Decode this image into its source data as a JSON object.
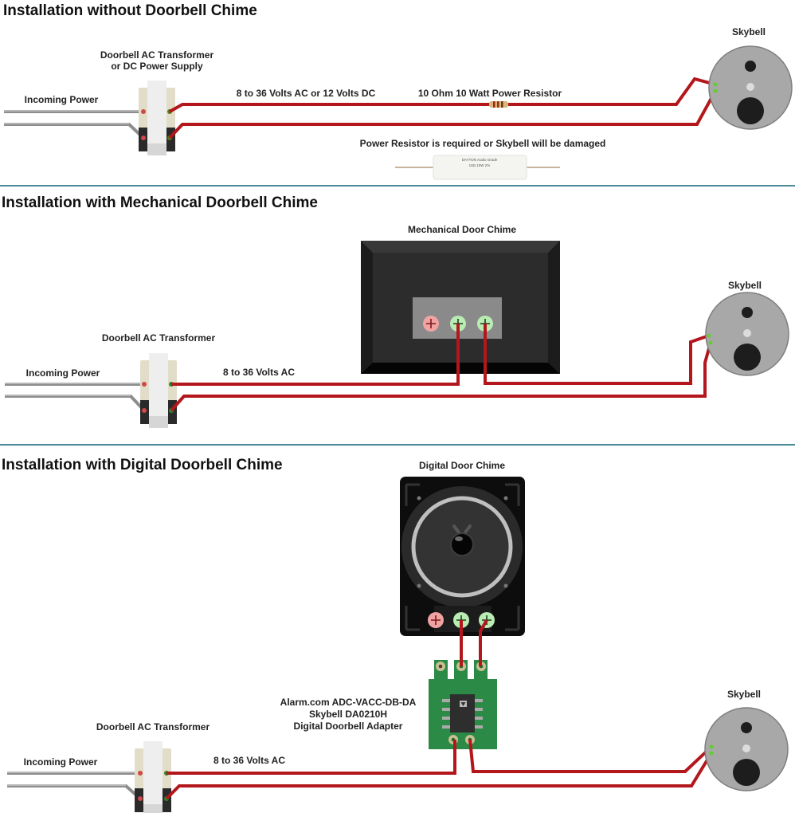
{
  "sections": [
    {
      "title": "Installation without Doorbell Chime",
      "transformer_label": [
        "Doorbell AC Transformer",
        "or DC Power Supply"
      ],
      "incoming_power_label": "Incoming Power",
      "voltage_label": "8 to 36 Volts AC or 12 Volts DC",
      "resistor_label": "10 Ohm 10 Watt Power Resistor",
      "warning_label": "Power Resistor is required or Skybell will be damaged",
      "resistor_print": [
        "DAYTON Audio Grade",
        "10Ω  10W  2%"
      ],
      "skybell_label": "Skybell"
    },
    {
      "title": "Installation with Mechanical Doorbell Chime",
      "transformer_label": [
        "Doorbell AC Transformer"
      ],
      "incoming_power_label": "Incoming Power",
      "voltage_label": "8 to 36 Volts AC",
      "chime_label": "Mechanical Door Chime",
      "skybell_label": "Skybell"
    },
    {
      "title": "Installation with Digital Doorbell Chime",
      "transformer_label": [
        "Doorbell AC Transformer"
      ],
      "incoming_power_label": "Incoming Power",
      "voltage_label": "8 to 36 Volts AC",
      "chime_label": "Digital Door Chime",
      "adapter_label": [
        "Alarm.com ADC-VACC-DB-DA",
        "Skybell DA0210H",
        "Digital Doorbell Adapter"
      ],
      "skybell_label": "Skybell"
    }
  ],
  "colors": {
    "wire": "#b3161b",
    "divider": "#4b8a97",
    "terminal_positive": "#f1a3a3",
    "terminal_active": "#b9ecb2",
    "pcb": "#2b8a45"
  }
}
